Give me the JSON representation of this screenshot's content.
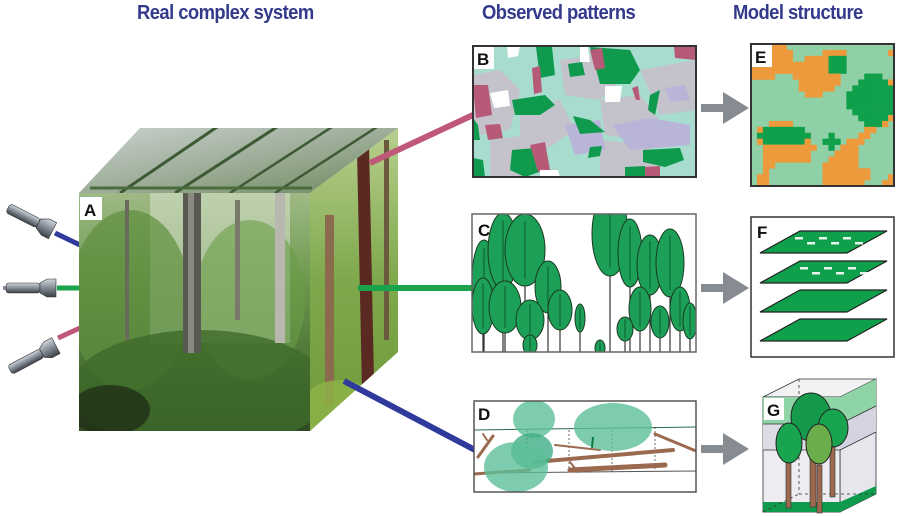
{
  "headers": {
    "real_system": "Real complex system",
    "observed": "Observed patterns",
    "model": "Model structure"
  },
  "panels": {
    "A": {
      "label": "A",
      "subject": "forest-cube-photo"
    },
    "B": {
      "label": "B",
      "subject": "spatial-mosaic-pattern"
    },
    "C": {
      "label": "C",
      "subject": "tree-profile-pattern"
    },
    "D": {
      "label": "D",
      "subject": "crown-and-deadwood-pattern"
    },
    "E": {
      "label": "E",
      "subject": "grid-model-map"
    },
    "F": {
      "label": "F",
      "subject": "stacked-layer-model"
    },
    "G": {
      "label": "G",
      "subject": "3d-stand-model"
    }
  },
  "flashlights": [
    {
      "beam": "blue"
    },
    {
      "beam": "green"
    },
    {
      "beam": "pink"
    }
  ],
  "icons": {
    "flashlight": "flashlight-icon",
    "arrow": "arrow-right-icon"
  },
  "colors": {
    "header_text": "#333a8c",
    "beam_blue": "#2e3a9c",
    "beam_green": "#1aa34a",
    "beam_pink": "#c0587a",
    "arrow_gray": "#878c93",
    "mosaic_teal": "#a8dccf",
    "mosaic_gray": "#c4c2ca",
    "mosaic_lavender": "#b9b5d9",
    "mosaic_green": "#0f9a4e",
    "mosaic_rose": "#b65a78",
    "model_orange": "#ec9a3c",
    "model_mint": "#8fd0a6",
    "model_green": "#10a04c",
    "tree_green": "#1ca058",
    "trunk_brown": "#9b6a4e",
    "crown_translucent": "#5dbf98"
  }
}
